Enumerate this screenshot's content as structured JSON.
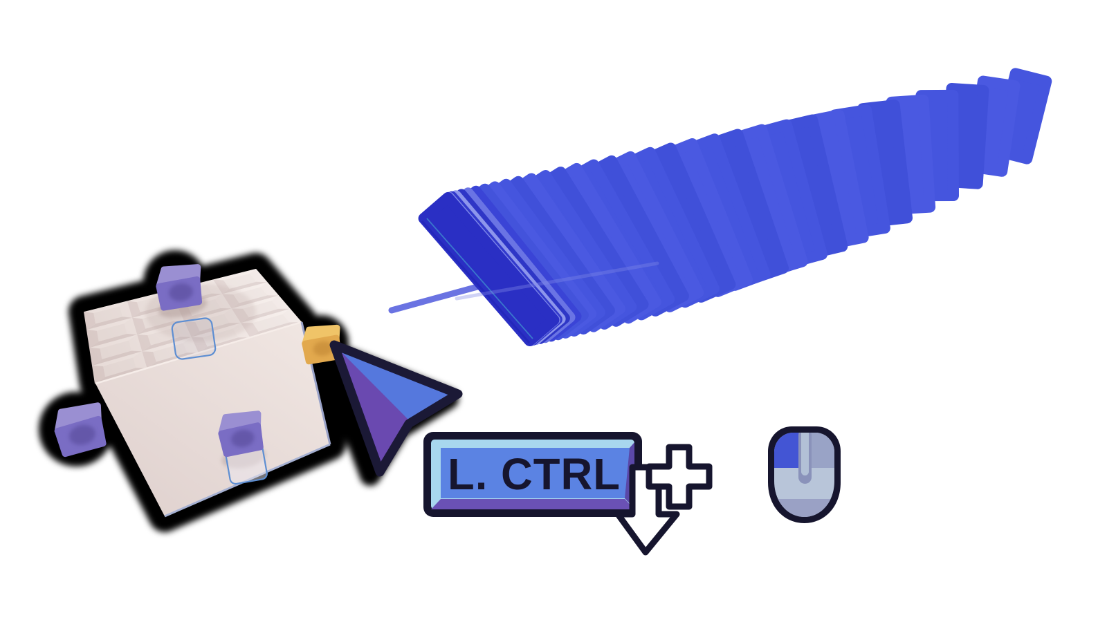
{
  "instruction_hint": {
    "key_label": "L. CTRL",
    "operator_symbol": "+",
    "mouse_button_highlighted": "left",
    "meaning": "hold Left Ctrl and left-click to stamp-select"
  },
  "palette": {
    "outline": "#16152e",
    "trail_blue": "#4353db",
    "trail_blue_light": "#7e88e9",
    "trail_blue_dark": "#2a2fc4",
    "trail_teal_accent": "#49c0d4",
    "key_face": "#5b83e3",
    "key_bevel_top": "#a8d7ee",
    "key_bevel_bottom": "#6a51b5",
    "key_bevel_right": "#5a48a8",
    "cursor_blue": "#5578dd",
    "cursor_purple": "#6a49b0",
    "cube_top": "#ece1dd",
    "cube_front_light": "#f0e6e2",
    "cube_front_dark": "#e1d3d0",
    "quilt_light": "#f3e9e5",
    "quilt_dark": "#d8c8c5",
    "voxel_purple_top": "#9a8fd2",
    "voxel_purple_front": "#7a6dc4",
    "voxel_purple_shade": "#4f4290",
    "voxel_orange_top": "#f0c468",
    "voxel_orange_front": "#e2a94e",
    "voxel_orange_shade": "#b97f2e",
    "selection_stroke": "#5d8ed2",
    "mouse_body": "#b8c5d9",
    "mouse_left_button": "#4355d4",
    "mouse_right_button": "#99a3c6",
    "mouse_bottom_shade": "#9aa1c5",
    "mouse_wheel_slot": "#8a92ba",
    "mouse_wheel": "#b2c0d6",
    "arrow_fill": "#ffffff",
    "shadow": "#000000"
  },
  "scene": {
    "trail_stamp_count": 34,
    "cube_grid_rows": 4,
    "cube_grid_cols": 4,
    "voxel_count": 4
  }
}
